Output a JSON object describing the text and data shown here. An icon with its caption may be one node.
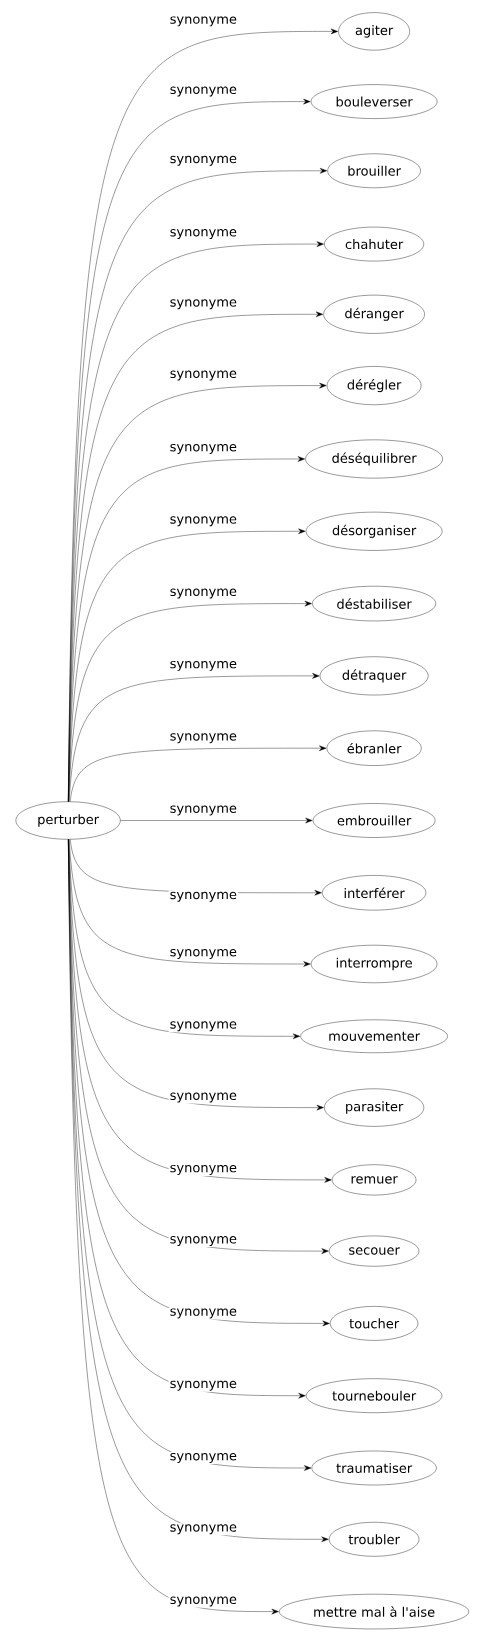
{
  "diagram": {
    "nodes": [
      {
        "text": [
          "perturber"
        ]
      },
      {
        "text": [
          "agiter"
        ]
      },
      {
        "text": [
          "bouleverser"
        ]
      },
      {
        "text": [
          "brouiller"
        ]
      },
      {
        "text": [
          "chahuter"
        ]
      },
      {
        "text": [
          "déranger"
        ]
      },
      {
        "text": [
          "dérégler"
        ]
      },
      {
        "text": [
          "déséquilibrer"
        ]
      },
      {
        "text": [
          "désorganiser"
        ]
      },
      {
        "text": [
          "déstabiliser"
        ]
      },
      {
        "text": [
          "détraquer"
        ]
      },
      {
        "text": [
          "ébranler"
        ]
      },
      {
        "text": [
          "embrouiller"
        ]
      },
      {
        "text": [
          "interférer"
        ]
      },
      {
        "text": [
          "interrompre"
        ]
      },
      {
        "text": [
          "mouvementer"
        ]
      },
      {
        "text": [
          "parasiter"
        ]
      },
      {
        "text": [
          "remuer"
        ]
      },
      {
        "text": [
          "secouer"
        ]
      },
      {
        "text": [
          "toucher"
        ]
      },
      {
        "text": [
          "tournebouler"
        ]
      },
      {
        "text": [
          "traumatiser"
        ]
      },
      {
        "text": [
          "troubler"
        ]
      },
      {
        "text": [
          "mettre mal à l'aise"
        ]
      }
    ],
    "edges": [
      {
        "from": 0,
        "to": 1,
        "arrow": "to",
        "label": "synonyme"
      },
      {
        "from": 0,
        "to": 2,
        "arrow": "to",
        "label": "synonyme"
      },
      {
        "from": 0,
        "to": 3,
        "arrow": "to",
        "label": "synonyme"
      },
      {
        "from": 0,
        "to": 4,
        "arrow": "to",
        "label": "synonyme"
      },
      {
        "from": 0,
        "to": 5,
        "arrow": "to",
        "label": "synonyme"
      },
      {
        "from": 0,
        "to": 6,
        "arrow": "to",
        "label": "synonyme"
      },
      {
        "from": 0,
        "to": 7,
        "arrow": "to",
        "label": "synonyme"
      },
      {
        "from": 0,
        "to": 8,
        "arrow": "to",
        "label": "synonyme"
      },
      {
        "from": 0,
        "to": 9,
        "arrow": "to",
        "label": "synonyme"
      },
      {
        "from": 0,
        "to": 10,
        "arrow": "to",
        "label": "synonyme"
      },
      {
        "from": 0,
        "to": 11,
        "arrow": "to",
        "label": "synonyme"
      },
      {
        "from": 0,
        "to": 12,
        "arrow": "to",
        "label": "synonyme"
      },
      {
        "from": 0,
        "to": 13,
        "arrow": "to",
        "label": "synonyme"
      },
      {
        "from": 0,
        "to": 14,
        "arrow": "to",
        "label": "synonyme"
      },
      {
        "from": 0,
        "to": 15,
        "arrow": "to",
        "label": "synonyme"
      },
      {
        "from": 0,
        "to": 16,
        "arrow": "to",
        "label": "synonyme"
      },
      {
        "from": 0,
        "to": 17,
        "arrow": "to",
        "label": "synonyme"
      },
      {
        "from": 0,
        "to": 18,
        "arrow": "to",
        "label": "synonyme"
      },
      {
        "from": 0,
        "to": 19,
        "arrow": "to",
        "label": "synonyme"
      },
      {
        "from": 0,
        "to": 20,
        "arrow": "to",
        "label": "synonyme"
      },
      {
        "from": 0,
        "to": 21,
        "arrow": "to",
        "label": "synonyme"
      },
      {
        "from": 0,
        "to": 22,
        "arrow": "to",
        "label": "synonyme"
      },
      {
        "from": 0,
        "to": 23,
        "arrow": "to",
        "label": "synonyme"
      }
    ]
  }
}
